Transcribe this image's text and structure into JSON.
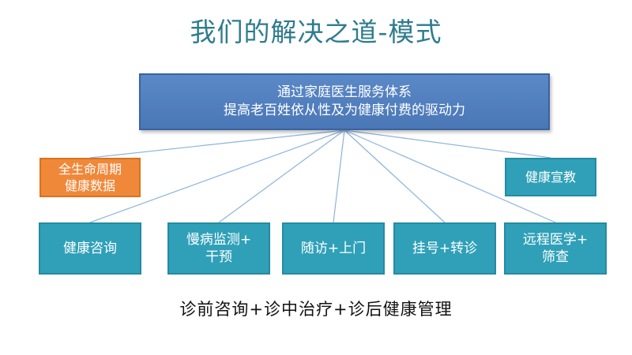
{
  "title": "我们的解决之道-模式",
  "top_box": {
    "line1": "通过家庭医生服务体系",
    "line2": "提高老百姓依从性及为健康付费的驱动力"
  },
  "side_left": {
    "line1": "全生命周期",
    "line2": "健康数据"
  },
  "side_right": {
    "label": "健康宣教"
  },
  "services": [
    {
      "line1": "健康咨询",
      "line2": ""
    },
    {
      "line1": "慢病监测+",
      "line2": "干预"
    },
    {
      "line1": "随访+上门",
      "line2": ""
    },
    {
      "line1": "挂号+转诊",
      "line2": ""
    },
    {
      "line1": "远程医学+",
      "line2": "筛查"
    }
  ],
  "footer": "诊前咨询+诊中治疗+诊后健康管理",
  "colors": {
    "title": "#2e7c8e",
    "top_box": "#4f7fbf",
    "orange_box": "#f0883a",
    "teal_box": "#30a0b8",
    "connector": "#8db3dc"
  }
}
